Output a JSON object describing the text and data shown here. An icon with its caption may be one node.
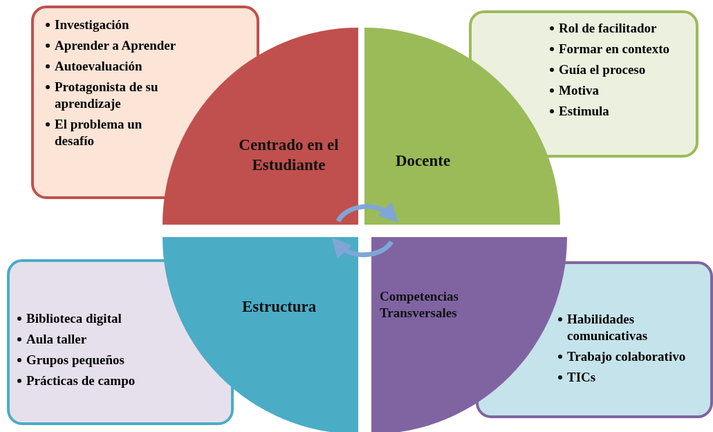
{
  "diagram": {
    "nodes": [
      {
        "text": [
          "Investigación",
          "Aprender a Aprender",
          "Autoevaluación",
          "Protagonista de su aprendizaje",
          "El problema un desafío"
        ]
      },
      {
        "text": [
          "Centrado en el Estudiante"
        ]
      },
      {
        "text": [
          "Docente"
        ]
      },
      {
        "text": [
          "Rol de facilitador",
          "Formar en contexto",
          "Guía el proceso",
          "Motiva",
          "Estimula"
        ]
      },
      {
        "text": [
          "Biblioteca digital",
          "Aula taller",
          "Grupos pequeños",
          "Prácticas de campo"
        ]
      },
      {
        "text": [
          "Estructura"
        ]
      },
      {
        "text": [
          "Competencias Transversales"
        ]
      },
      {
        "text": [
          "Habilidades comunicativas",
          "Trabajo colaborativo",
          "TICs"
        ]
      }
    ],
    "edges": [
      {
        "from": 1,
        "to": 2,
        "arrow": "to"
      },
      {
        "from": 6,
        "to": 5,
        "arrow": "to"
      }
    ]
  }
}
